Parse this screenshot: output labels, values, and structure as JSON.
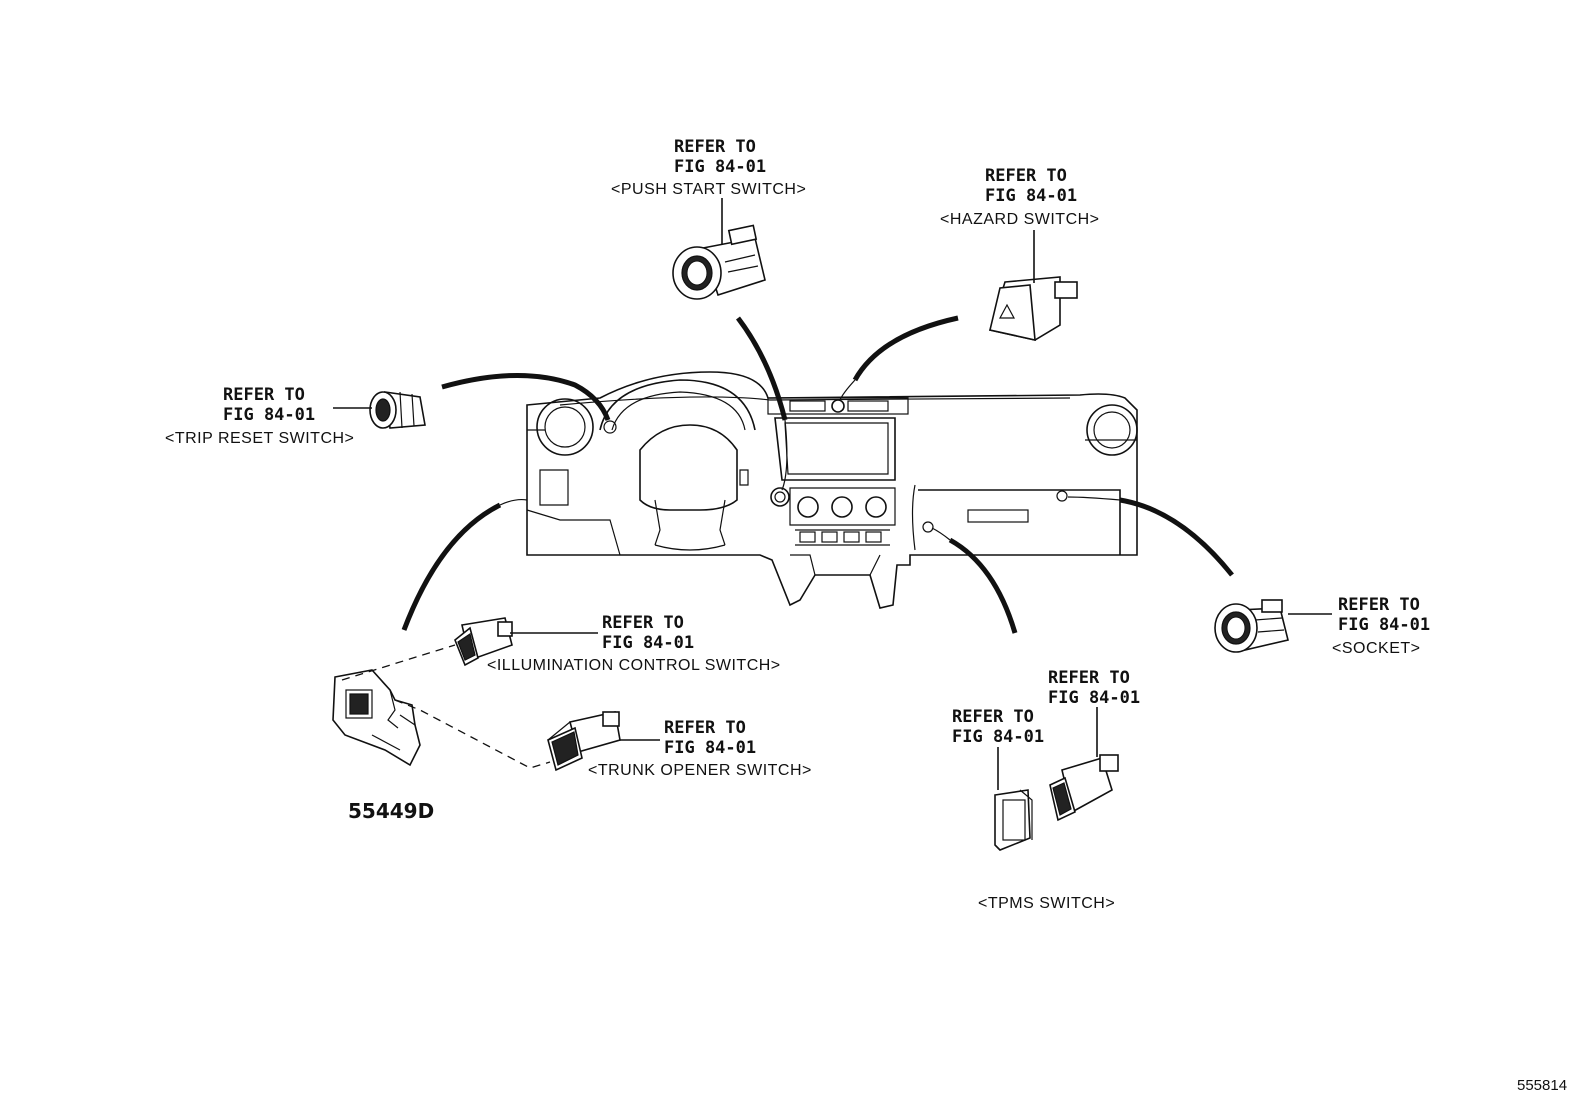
{
  "callouts": {
    "push_start": {
      "ref": "REFER TO",
      "fig": "FIG 84-01",
      "caption": "<PUSH START SWITCH>"
    },
    "hazard": {
      "ref": "REFER TO",
      "fig": "FIG 84-01",
      "caption": "<HAZARD SWITCH>"
    },
    "trip_reset": {
      "ref": "REFER TO",
      "fig": "FIG 84-01",
      "caption": "<TRIP RESET SWITCH>"
    },
    "socket": {
      "ref": "REFER TO",
      "fig": "FIG 84-01",
      "caption": "<SOCKET>"
    },
    "illumination": {
      "ref": "REFER TO",
      "fig": "FIG 84-01",
      "caption": "<ILLUMINATION CONTROL SWITCH>"
    },
    "trunk_opener": {
      "ref": "REFER TO",
      "fig": "FIG 84-01",
      "caption": "<TRUNK OPENER SWITCH>"
    },
    "tpms_left": {
      "ref": "REFER TO",
      "fig": "FIG 84-01"
    },
    "tpms_right": {
      "ref": "REFER TO",
      "fig": "FIG 84-01"
    },
    "tpms_caption": "<TPMS SWITCH>"
  },
  "part_number": "55449D",
  "figure_id": "555814"
}
